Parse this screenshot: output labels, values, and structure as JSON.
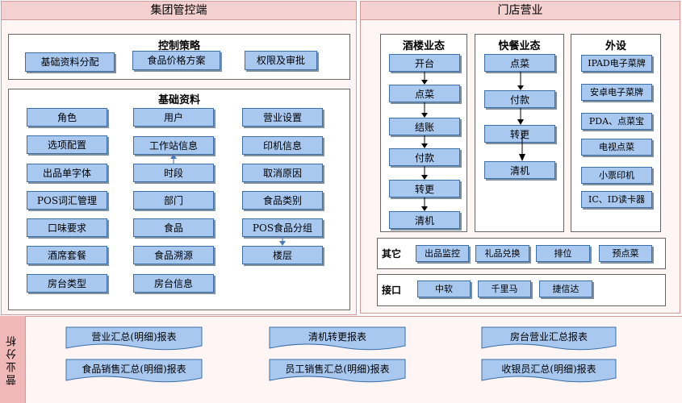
{
  "left_panel": {
    "title": "集团管控端",
    "control": {
      "title": "控制策略",
      "items": [
        "基础资料分配",
        "食品价格方案",
        "权限及审批"
      ]
    },
    "basic": {
      "title": "基础资料",
      "col1": [
        "角色",
        "选项配置",
        "出品单字体",
        "POS词汇管理",
        "口味要求",
        "酒席套餐",
        "房台类型"
      ],
      "col2": [
        "用户",
        "工作站信息",
        "时段",
        "部门",
        "食品",
        "食品溯源",
        "房台信息"
      ],
      "col3": [
        "营业设置",
        "印机信息",
        "取消原因",
        "食品类别",
        "POS食品分组",
        "楼层"
      ]
    }
  },
  "right_panel": {
    "title": "门店营业",
    "restaurant": {
      "title": "酒楼业态",
      "steps": [
        "开台",
        "点菜",
        "结账",
        "付款",
        "转更",
        "清机"
      ]
    },
    "fastfood": {
      "title": "快餐业态",
      "steps": [
        "点菜",
        "付款",
        "转更",
        "清机"
      ]
    },
    "peripheral": {
      "title": "外设",
      "items": [
        "IPAD电子菜牌",
        "安卓电子菜牌",
        "PDA、点菜宝",
        "电视点菜",
        "小票印机",
        "IC、ID读卡器"
      ]
    },
    "others": {
      "label": "其它",
      "items": [
        "出品监控",
        "礼品兑换",
        "排位",
        "预点菜"
      ]
    },
    "interface": {
      "label": "接口",
      "items": [
        "中软",
        "千里马",
        "捷信达"
      ]
    }
  },
  "analysis": {
    "label": "营业分析",
    "reports": [
      "营业汇总(明细)报表",
      "清机转更报表",
      "房台营业汇总报表",
      "食品销售汇总(明细)报表",
      "员工销售汇总(明细)报表",
      "收银员汇总(明细)报表"
    ]
  },
  "colors": {
    "box_fill": "#a9c8f0",
    "box_border": "#3b6fa8",
    "panel_fill": "#fff5f5",
    "panel_header": "#f4d0d0"
  }
}
